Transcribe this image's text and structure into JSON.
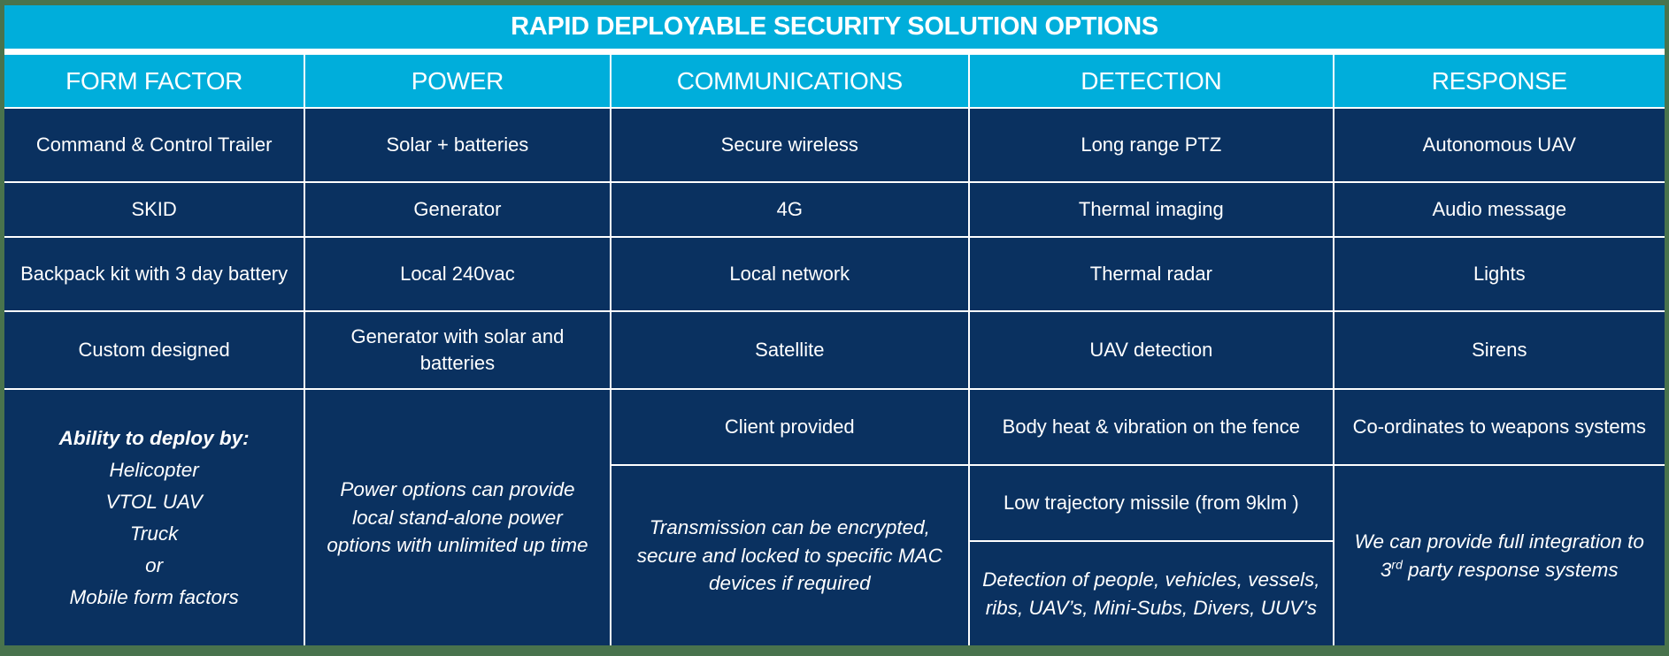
{
  "title": "RAPID DEPLOYABLE SECURITY SOLUTION OPTIONS",
  "colors": {
    "header_cyan": "#00AEDB",
    "cell_navy": "#0A3160",
    "frame_green": "#49734D",
    "gridline_white": "#FFFFFF",
    "text_white": "#FFFFFF"
  },
  "table": {
    "headers": [
      "FORM FACTOR",
      "POWER",
      "COMMUNICATIONS",
      "DETECTION",
      "RESPONSE"
    ],
    "rows": [
      [
        "Command & Control Trailer",
        "Solar + batteries",
        "Secure wireless",
        "Long range PTZ",
        "Autonomous UAV"
      ],
      [
        "SKID",
        "Generator",
        "4G",
        "Thermal imaging",
        "Audio message"
      ],
      [
        "Backpack kit with 3 day battery",
        "Local 240vac",
        "Local network",
        "Thermal radar",
        "Lights"
      ],
      [
        "Custom designed",
        "Generator with solar and batteries",
        "Satellite",
        "UAV detection",
        "Sirens"
      ]
    ],
    "bottom": {
      "form_factor": {
        "heading": "Ability to deploy by:",
        "items": [
          "Helicopter",
          "VTOL UAV",
          "Truck",
          "or",
          "Mobile form factors"
        ]
      },
      "power_note": "Power options can provide local stand-alone power options with unlimited up time",
      "communications": {
        "client": "Client provided",
        "note": "Transmission can be encrypted, secure and locked to specific MAC devices if required"
      },
      "detection": {
        "body_heat": "Body heat & vibration on the fence",
        "missile": "Low trajectory missile (from 9klm )",
        "note": "Detection of people, vehicles, vessels, ribs, UAV’s, Mini-Subs, Divers, UUV’s"
      },
      "response": {
        "weapons": "Co-ordinates to weapons systems",
        "note_pre": "We can provide full integration to 3",
        "note_sup": "rd",
        "note_post": " party response systems"
      }
    }
  }
}
